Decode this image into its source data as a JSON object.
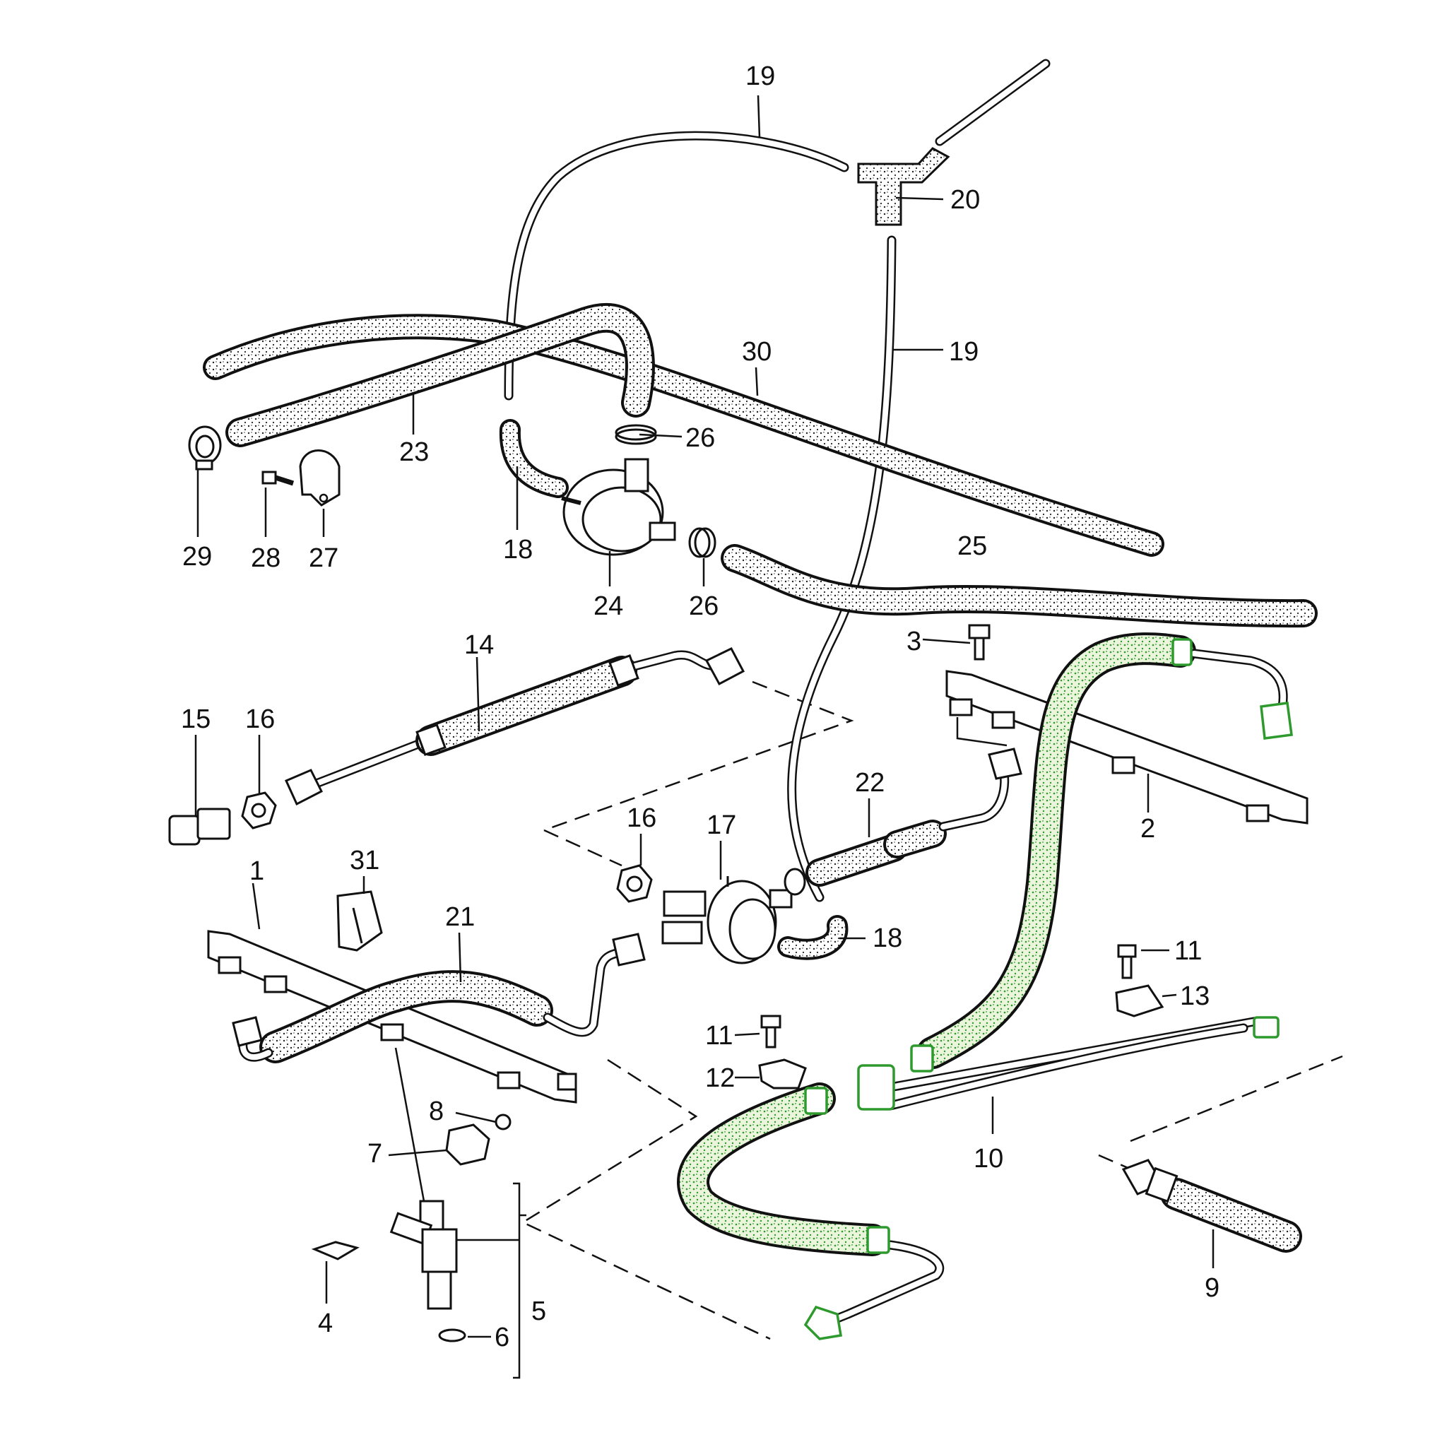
{
  "colors": {
    "ink": "#111111",
    "hose_fill": "#e9e9e9",
    "highlight": "#2e9a2e",
    "highlight_fill": "#cfe8b8"
  },
  "callouts": {
    "c1": "1",
    "c2": "2",
    "c3": "3",
    "c4": "4",
    "c5": "5",
    "c6": "6",
    "c7": "7",
    "c8": "8",
    "c9": "9",
    "c10": "10",
    "c11a": "11",
    "c11b": "11",
    "c12": "12",
    "c13": "13",
    "c14": "14",
    "c15": "15",
    "c16a": "16",
    "c16b": "16",
    "c17": "17",
    "c18a": "18",
    "c18b": "18",
    "c19a": "19",
    "c19b": "19",
    "c20": "20",
    "c21": "21",
    "c22": "22",
    "c23": "23",
    "c24": "24",
    "c25": "25",
    "c26a": "26",
    "c26b": "26",
    "c27": "27",
    "c28": "28",
    "c29": "29",
    "c30": "30",
    "c31": "31"
  }
}
